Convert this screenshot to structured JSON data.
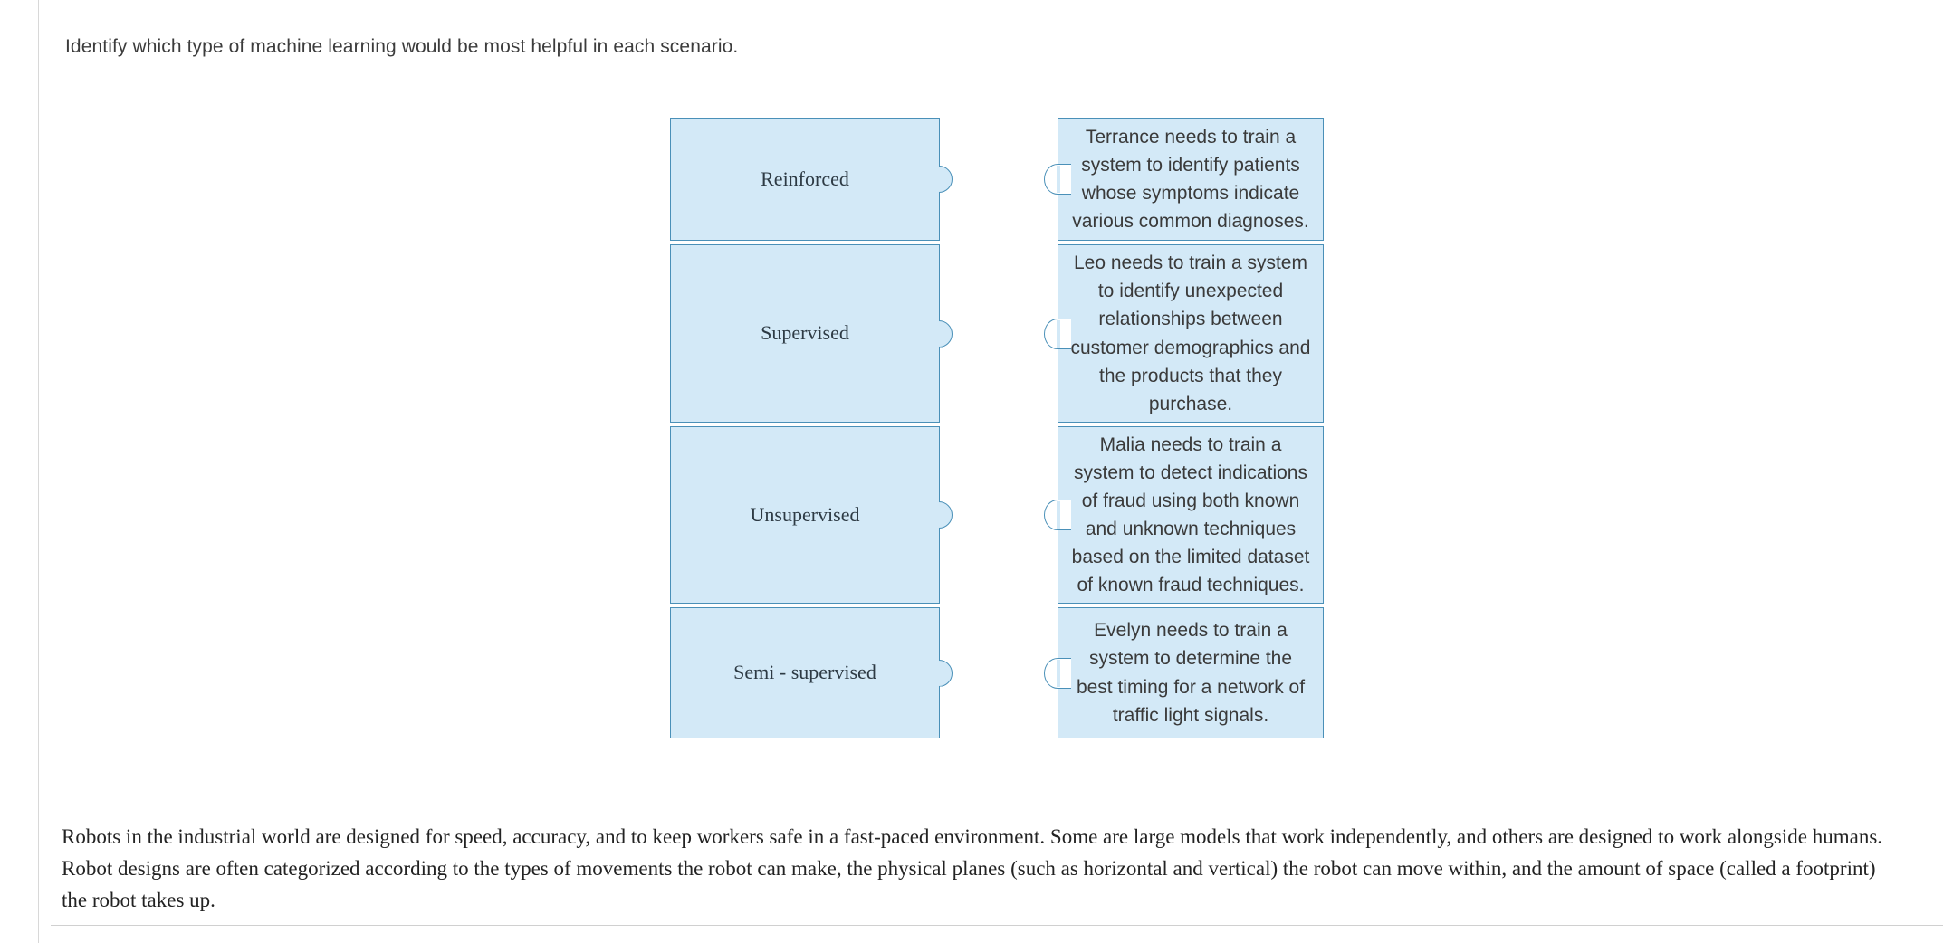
{
  "prompt": "Identify which type of machine learning would be most helpful in each scenario.",
  "colors": {
    "piece_fill": "#d3e9f7",
    "piece_border": "#4a90b8",
    "page_background": "#ffffff",
    "rule": "#d8d8d8",
    "prompt_text": "#3c3c3c",
    "passage_text": "#232323"
  },
  "matching_activity": {
    "left_column": {
      "name": "machine-learning-types",
      "items": [
        {
          "label": "Reinforced"
        },
        {
          "label": "Supervised"
        },
        {
          "label": "Unsupervised"
        },
        {
          "label": "Semi - supervised"
        }
      ]
    },
    "right_column": {
      "name": "scenarios",
      "items": [
        {
          "label": "Terrance needs to train a system to identify patients whose symptoms indicate various common diagnoses."
        },
        {
          "label": "Leo needs to train a system to identify unexpected relationships between customer demographics and the products that they purchase."
        },
        {
          "label": "Malia needs to train a system to detect indications of fraud using both known and unknown techniques based on the limited dataset of known fraud techniques."
        },
        {
          "label": "Evelyn needs to train a system to determine the best timing for a network of traffic light signals."
        }
      ]
    }
  },
  "passage": {
    "text": "Robots in the industrial world are designed for speed, accuracy, and to keep workers safe in a fast-paced environment. Some are large models that work independently, and others are designed to work alongside humans. Robot designs are often categorized according to the types of movements the robot can make, the physical planes (such as horizontal and vertical) the robot can move within, and the amount of space (called a footprint) the robot takes up."
  }
}
